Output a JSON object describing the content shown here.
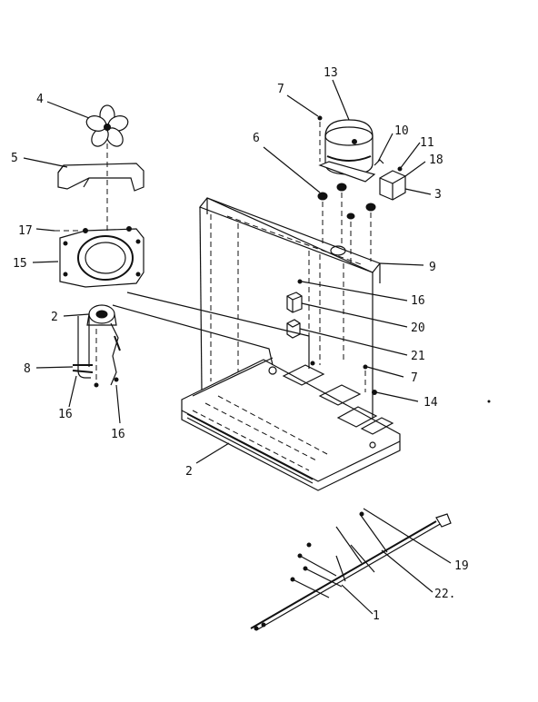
{
  "diagram": {
    "callouts": {
      "c1": "1",
      "c2a": "2",
      "c2b": "2",
      "c3": "3",
      "c4": "4",
      "c5": "5",
      "c6": "6",
      "c7a": "7",
      "c7b": "7",
      "c8": "8",
      "c9": "9",
      "c10": "10",
      "c11": "11",
      "c13": "13",
      "c14": "14",
      "c15": "15",
      "c16a": "16",
      "c16b": "16",
      "c16c": "16",
      "c17": "17",
      "c18": "18",
      "c19": "19",
      "c20": "20",
      "c21": "21",
      "c22": "22."
    }
  }
}
